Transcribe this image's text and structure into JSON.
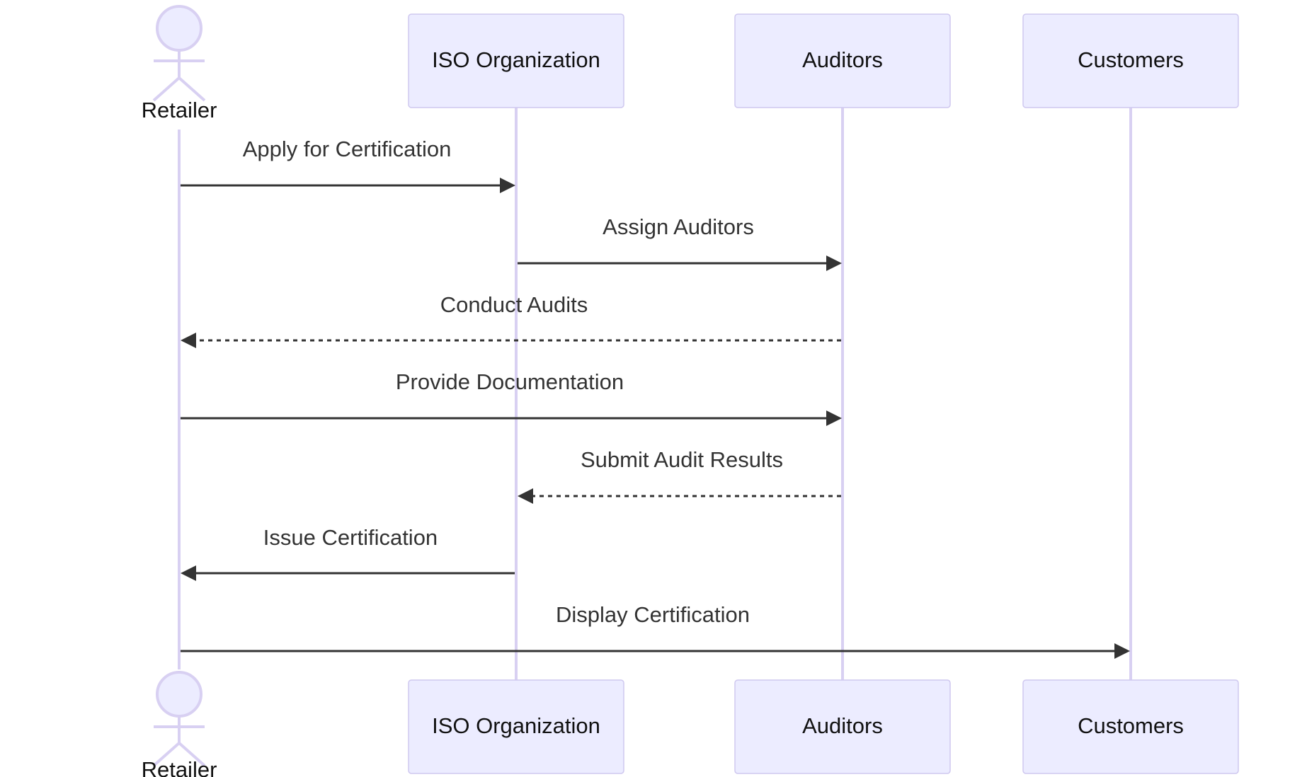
{
  "participants": {
    "retailer": {
      "label": "Retailer",
      "kind": "actor"
    },
    "iso": {
      "label": "ISO Organization",
      "kind": "box"
    },
    "auditors": {
      "label": "Auditors",
      "kind": "box"
    },
    "customers": {
      "label": "Customers",
      "kind": "box"
    }
  },
  "messages": [
    {
      "label": "Apply for Certification",
      "from": "retailer",
      "to": "iso",
      "style": "solid"
    },
    {
      "label": "Assign Auditors",
      "from": "iso",
      "to": "auditors",
      "style": "solid"
    },
    {
      "label": "Conduct Audits",
      "from": "auditors",
      "to": "retailer",
      "style": "dashed"
    },
    {
      "label": "Provide Documentation",
      "from": "retailer",
      "to": "auditors",
      "style": "solid"
    },
    {
      "label": "Submit Audit Results",
      "from": "auditors",
      "to": "iso",
      "style": "dashed"
    },
    {
      "label": "Issue Certification",
      "from": "iso",
      "to": "retailer",
      "style": "solid"
    },
    {
      "label": "Display Certification",
      "from": "retailer",
      "to": "customers",
      "style": "solid"
    }
  ],
  "colors": {
    "box_fill": "#ececff",
    "box_stroke": "#cfc8ef",
    "lifeline": "#d8d0f2",
    "arrow": "#333333",
    "text": "#333333"
  }
}
